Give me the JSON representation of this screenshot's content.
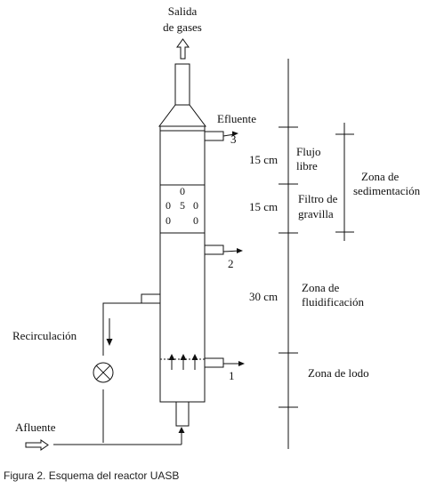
{
  "diagram": {
    "labels": {
      "gas_outlet_1": "Salida",
      "gas_outlet_2": "de gases",
      "effluent": "Efluente",
      "port_3": "3",
      "port_2": "2",
      "port_1": "1",
      "recirculation": "Recirculación",
      "influent": "Afluente",
      "free_flow_1": "Flujo",
      "free_flow_2": "libre",
      "gravel_filter_1": "Filtro de",
      "gravel_filter_2": "gravilla",
      "sedimentation_zone_1": "Zona de",
      "sedimentation_zone_2": "sedimentación",
      "fluidization_zone_1": "Zona de",
      "fluidization_zone_2": "fluidificación",
      "sludge_zone": "Zona de lodo",
      "height_free_flow": "15 cm",
      "height_gravel": "15 cm",
      "height_fluidization": "30 cm"
    },
    "gravel_glyphs": [
      "0",
      "0",
      "5",
      "0",
      "0",
      "0"
    ]
  },
  "caption": "Figura 2. Esquema del reactor UASB"
}
